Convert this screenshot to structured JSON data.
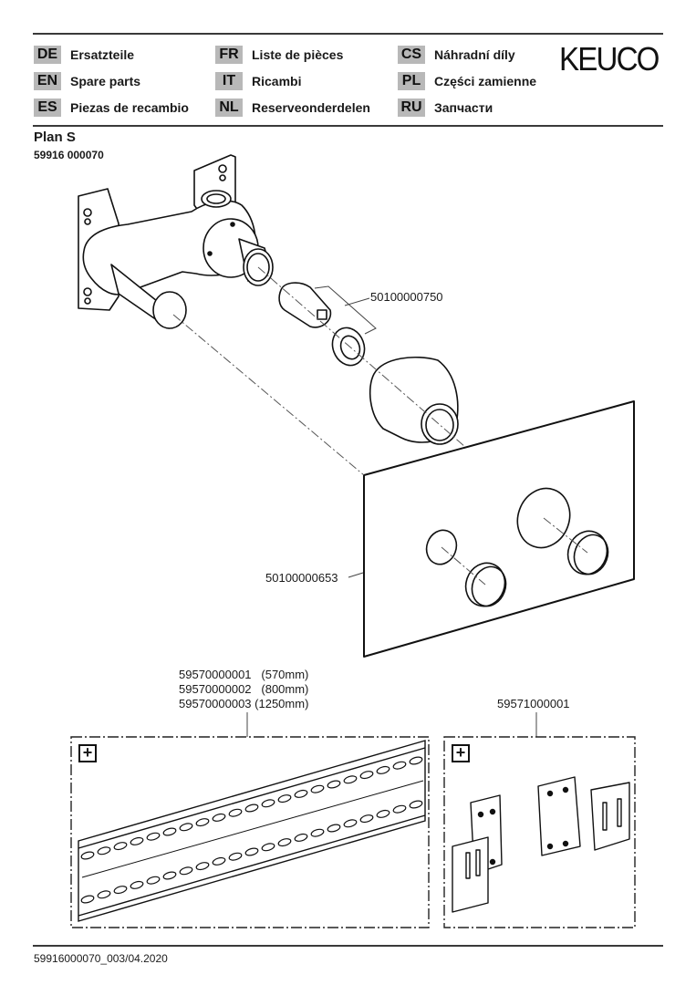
{
  "header": {
    "languages": [
      {
        "code": "DE",
        "label": "Ersatzteile"
      },
      {
        "code": "EN",
        "label": "Spare parts"
      },
      {
        "code": "ES",
        "label": "Piezas de recambio"
      },
      {
        "code": "FR",
        "label": "Liste de pièces"
      },
      {
        "code": "IT",
        "label": "Ricambi"
      },
      {
        "code": "NL",
        "label": "Reserveonderdelen"
      },
      {
        "code": "CS",
        "label": "Náhradní díly"
      },
      {
        "code": "PL",
        "label": "Części zamienne"
      },
      {
        "code": "RU",
        "label": "Запчасти"
      }
    ],
    "logo": "KEUCO"
  },
  "product": {
    "name": "Plan S",
    "article_number": "59916 000070"
  },
  "parts": {
    "cartridge": "50100000750",
    "cover_plate": "50100000653",
    "rail_options": [
      {
        "number": "59570000001",
        "length": "  (570mm)"
      },
      {
        "number": "59570000002",
        "length": "  (800mm)"
      },
      {
        "number": "59570000003",
        "length": "(1250mm)"
      }
    ],
    "bracket_set": "59571000001"
  },
  "accessory_icon": "plus-icon",
  "footer": {
    "document_id": "59916000070_003/04.2020"
  }
}
